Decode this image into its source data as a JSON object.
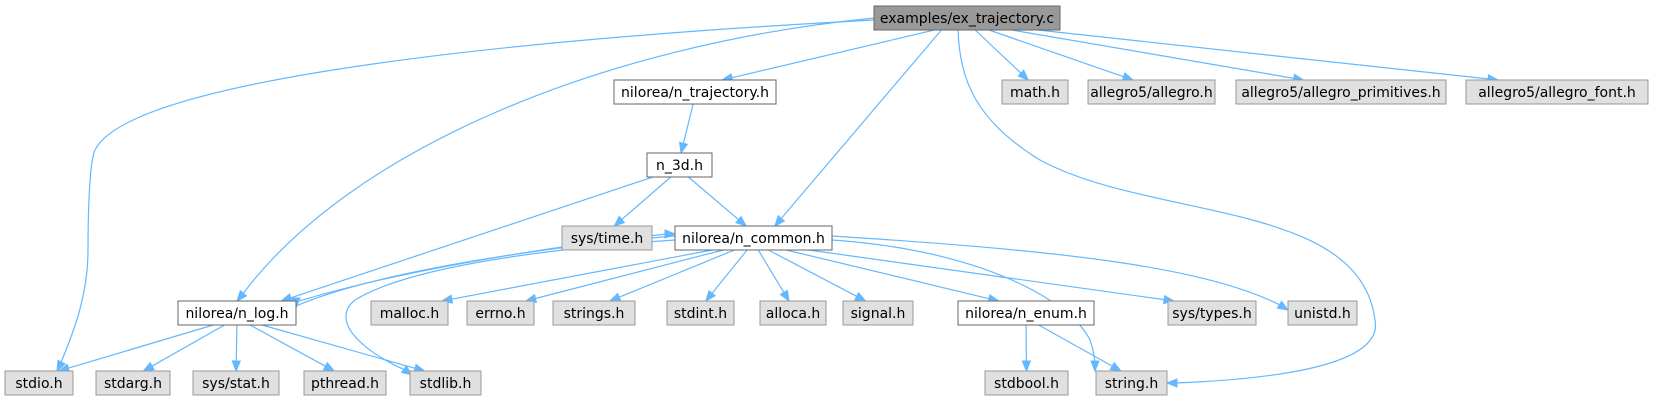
{
  "graph": {
    "title": "Include dependency graph for examples/ex_trajectory.c",
    "colors": {
      "root_fill": "#999999",
      "root_stroke": "#666666",
      "doc_fill": "#ffffff",
      "doc_stroke": "#666666",
      "external_fill": "#e0e0e0",
      "external_stroke": "#999999",
      "edge": "#63b8ff"
    },
    "nodes": [
      {
        "id": "root",
        "label": "examples/ex_trajectory.c",
        "kind": "root"
      },
      {
        "id": "n_trajectory",
        "label": "nilorea/n_trajectory.h",
        "kind": "documented"
      },
      {
        "id": "math",
        "label": "math.h",
        "kind": "external"
      },
      {
        "id": "allegro",
        "label": "allegro5/allegro.h",
        "kind": "external"
      },
      {
        "id": "allegro_prim",
        "label": "allegro5/allegro_primitives.h",
        "kind": "external"
      },
      {
        "id": "allegro_font",
        "label": "allegro5/allegro_font.h",
        "kind": "external"
      },
      {
        "id": "n_3d",
        "label": "n_3d.h",
        "kind": "documented"
      },
      {
        "id": "systime",
        "label": "sys/time.h",
        "kind": "external"
      },
      {
        "id": "n_common",
        "label": "nilorea/n_common.h",
        "kind": "documented"
      },
      {
        "id": "n_log",
        "label": "nilorea/n_log.h",
        "kind": "documented"
      },
      {
        "id": "malloc",
        "label": "malloc.h",
        "kind": "external"
      },
      {
        "id": "errno",
        "label": "errno.h",
        "kind": "external"
      },
      {
        "id": "strings",
        "label": "strings.h",
        "kind": "external"
      },
      {
        "id": "stdint",
        "label": "stdint.h",
        "kind": "external"
      },
      {
        "id": "alloca",
        "label": "alloca.h",
        "kind": "external"
      },
      {
        "id": "signal",
        "label": "signal.h",
        "kind": "external"
      },
      {
        "id": "n_enum",
        "label": "nilorea/n_enum.h",
        "kind": "documented"
      },
      {
        "id": "systypes",
        "label": "sys/types.h",
        "kind": "external"
      },
      {
        "id": "unistd",
        "label": "unistd.h",
        "kind": "external"
      },
      {
        "id": "stdio",
        "label": "stdio.h",
        "kind": "external"
      },
      {
        "id": "stdarg",
        "label": "stdarg.h",
        "kind": "external"
      },
      {
        "id": "sysstat",
        "label": "sys/stat.h",
        "kind": "external"
      },
      {
        "id": "pthread",
        "label": "pthread.h",
        "kind": "external"
      },
      {
        "id": "stdlib",
        "label": "stdlib.h",
        "kind": "external"
      },
      {
        "id": "stdbool",
        "label": "stdbool.h",
        "kind": "external"
      },
      {
        "id": "string",
        "label": "string.h",
        "kind": "external"
      }
    ],
    "edges": [
      {
        "from": "root",
        "to": "stdio"
      },
      {
        "from": "root",
        "to": "n_log"
      },
      {
        "from": "root",
        "to": "n_trajectory"
      },
      {
        "from": "root",
        "to": "n_common"
      },
      {
        "from": "root",
        "to": "math"
      },
      {
        "from": "root",
        "to": "allegro"
      },
      {
        "from": "root",
        "to": "allegro_prim"
      },
      {
        "from": "root",
        "to": "allegro_font"
      },
      {
        "from": "root",
        "to": "string"
      },
      {
        "from": "n_trajectory",
        "to": "n_3d"
      },
      {
        "from": "n_3d",
        "to": "n_log"
      },
      {
        "from": "n_3d",
        "to": "systime"
      },
      {
        "from": "n_3d",
        "to": "n_common"
      },
      {
        "from": "n_common",
        "to": "n_log"
      },
      {
        "from": "n_log",
        "to": "n_common"
      },
      {
        "from": "n_common",
        "to": "stdlib"
      },
      {
        "from": "n_common",
        "to": "malloc"
      },
      {
        "from": "n_common",
        "to": "errno"
      },
      {
        "from": "n_common",
        "to": "strings"
      },
      {
        "from": "n_common",
        "to": "stdint"
      },
      {
        "from": "n_common",
        "to": "alloca"
      },
      {
        "from": "n_common",
        "to": "signal"
      },
      {
        "from": "n_common",
        "to": "n_enum"
      },
      {
        "from": "n_common",
        "to": "string"
      },
      {
        "from": "n_common",
        "to": "systypes"
      },
      {
        "from": "n_common",
        "to": "unistd"
      },
      {
        "from": "n_log",
        "to": "stdio"
      },
      {
        "from": "n_log",
        "to": "stdarg"
      },
      {
        "from": "n_log",
        "to": "sysstat"
      },
      {
        "from": "n_log",
        "to": "pthread"
      },
      {
        "from": "n_log",
        "to": "stdlib"
      },
      {
        "from": "n_enum",
        "to": "stdbool"
      },
      {
        "from": "n_enum",
        "to": "string"
      }
    ]
  }
}
